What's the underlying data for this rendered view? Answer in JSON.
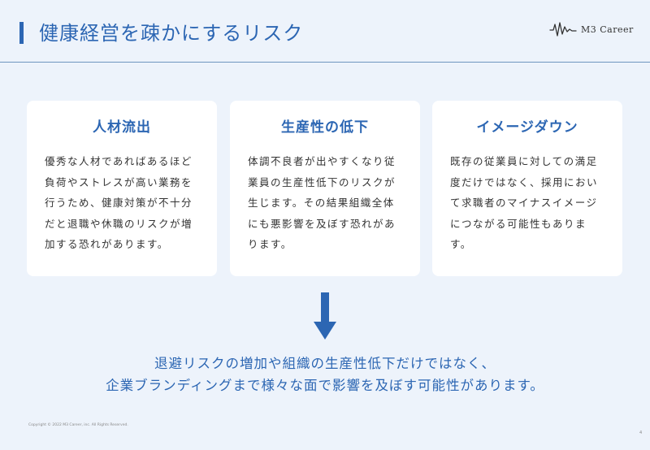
{
  "header": {
    "title": "健康経営を疎かにするリスク",
    "logo_text": "M3 Career"
  },
  "cards": [
    {
      "title": "人材流出",
      "body": "優秀な人材であればあるほど負荷やストレスが高い業務を行うため、健康対策が不十分だと退職や休職のリスクが増加する恐れがあります。"
    },
    {
      "title": "生産性の低下",
      "body": "体調不良者が出やすくなり従業員の生産性低下のリスクが生じます。その結果組織全体にも悪影響を及ぼす恐れがあります。"
    },
    {
      "title": "イメージダウン",
      "body": "既存の従業員に対しての満足度だけではなく、採用において求職者のマイナスイメージにつながる可能性もあります。"
    }
  ],
  "conclusion": {
    "line1": "退避リスクの増加や組織の生産性低下だけではなく、",
    "line2": "企業ブランディングまで様々な面で影響を及ぼす可能性があります。"
  },
  "footer": {
    "copyright": "Copyright © 2022 M3 Career, inc. All Rights Reserved.",
    "page_number": "4"
  },
  "colors": {
    "accent": "#2c66b3",
    "background": "#edf3fb",
    "card": "#ffffff"
  },
  "icons": {
    "logo": "m3-heartbeat-logo-icon",
    "arrow": "down-arrow-icon"
  }
}
